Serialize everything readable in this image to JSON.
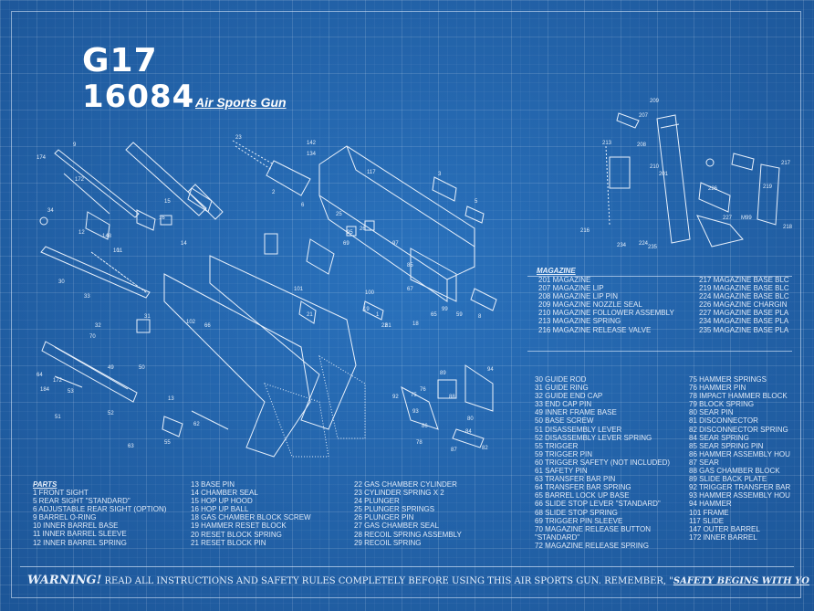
{
  "header": {
    "model": "G17",
    "number": "16084",
    "subtitle": "Air Sports Gun"
  },
  "magazine": {
    "heading": "MAGAZINE",
    "left": [
      "201   MAGAZINE",
      "207   MAGAZINE LIP",
      "208   MAGAZINE LIP PIN",
      "209   MAGAZINE NOZZLE SEAL",
      "210   MAGAZINE FOLLOWER ASSEMBLY",
      "213   MAGAZINE SPRING",
      "216   MAGAZINE RELEASE VALVE"
    ],
    "right": [
      "217   MAGAZINE BASE BLC",
      "219   MAGAZINE BASE BLC",
      "224   MAGAZINE BASE BLC",
      "226   MAGAZINE CHARGIN",
      "227   MAGAZINE BASE PLA",
      "234   MAGAZINE BASE PLA",
      "235   MAGAZINE BASE PLA"
    ]
  },
  "parts": {
    "heading": "PARTS",
    "col1": [
      "1     FRONT SIGHT",
      "5     REAR SIGHT \"STANDARD\"",
      "6     ADJUSTABLE REAR SIGHT (OPTION)",
      "9     BARREL O-RING",
      "10    INNER BARREL BASE",
      "11    INNER BARREL SLEEVE",
      "12    INNER BARREL SPRING"
    ],
    "col2": [
      "13    BASE PIN",
      "14    CHAMBER SEAL",
      "15    HOP UP HOOD",
      "16    HOP UP BALL",
      "18    GAS CHAMBER BLOCK SCREW",
      "19    HAMMER RESET BLOCK",
      "20    RESET BLOCK SPRING",
      "21    RESET BLOCK PIN"
    ],
    "col3": [
      "22    GAS CHAMBER CYLINDER",
      "23    CYLINDER SPRING X 2",
      "24    PLUNGER",
      "25    PLUNGER SPRINGS",
      "26    PLUNGER PIN",
      "27    GAS CHAMBER SEAL",
      "28    RECOIL SPRING ASSEMBLY",
      "29    RECOIL SPRING"
    ],
    "col4": [
      "30    GUIDE ROD",
      "31    GUIDE RING",
      "32    GUIDE END CAP",
      "33    END CAP PIN",
      "49    INNER FRAME BASE",
      "50    BASE SCREW",
      "51    DISASSEMBLY LEVER",
      "52    DISASSEMBLY LEVER SPRING",
      "55    TRIGGER",
      "59    TRIGGER PIN",
      "60    TRIGGER SAFETY (NOT INCLUDED)",
      "61    SAFETY PIN",
      "63    TRANSFER BAR PIN",
      "64    TRANSFER BAR SPRING",
      "65    BARREL LOCK UP BASE",
      "66    SLIDE STOP LEVER \"STANDARD\"",
      "68    SLIDE STOP SPRING",
      "69    TRIGGER PIN SLEEVE",
      "70    MAGAZINE RELEASE BUTTON",
      "        \"STANDARD\"",
      "72    MAGAZINE RELEASE SPRING"
    ],
    "col5": [
      "75    HAMMER SPRINGS",
      "76    HAMMER PIN",
      "78    IMPACT HAMMER BLOCK",
      "79    BLOCK SPRING",
      "80    SEAR PIN",
      "81    DISCONNECTOR",
      "82    DISCONNECTOR SPRING",
      "84    SEAR SPRING",
      "85    SEAR SPRING PIN",
      "86    HAMMER ASSEMBLY HOU",
      "87    SEAR",
      "88    GAS CHAMBER BLOCK",
      "89    SLIDE BACK PLATE",
      "92    TRIGGER TRANSFER BAR",
      "93    HAMMER ASSEMBLY HOU",
      "94    HAMMER",
      "101   FRAME",
      "117   SLIDE",
      "147   OUTER BARREL",
      "172   INNER BARREL"
    ]
  },
  "warning": {
    "lead": "WARNING!",
    "text": " READ ALL INSTRUCTIONS AND SAFETY RULES COMPLETELY BEFORE USING  THIS AIR SPORTS GUN.  REMEMBER, \"",
    "tail": "SAFETY BEGINS WITH YO"
  },
  "callouts": [
    "174",
    "9",
    "172",
    "34",
    "12",
    "23",
    "148",
    "142",
    "134",
    "117",
    "3",
    "5",
    "2",
    "15",
    "16",
    "14",
    "6",
    "25",
    "95",
    "26",
    "69",
    "97",
    "85",
    "67",
    "65",
    "59",
    "8",
    "99",
    "100",
    "61",
    "21",
    "18",
    "1",
    "19",
    "10",
    "11",
    "33",
    "30",
    "31",
    "32",
    "70",
    "50",
    "49",
    "53",
    "51",
    "52",
    "63",
    "64",
    "184",
    "172",
    "55",
    "13",
    "101",
    "102",
    "66",
    "22",
    "62",
    "94",
    "76",
    "89",
    "75",
    "88",
    "80",
    "84",
    "93",
    "92",
    "86",
    "87",
    "78",
    "82",
    "209",
    "207",
    "213",
    "208",
    "210",
    "201",
    "216",
    "217",
    "219",
    "226",
    "227",
    "224",
    "234",
    "235",
    "M99",
    "218"
  ]
}
